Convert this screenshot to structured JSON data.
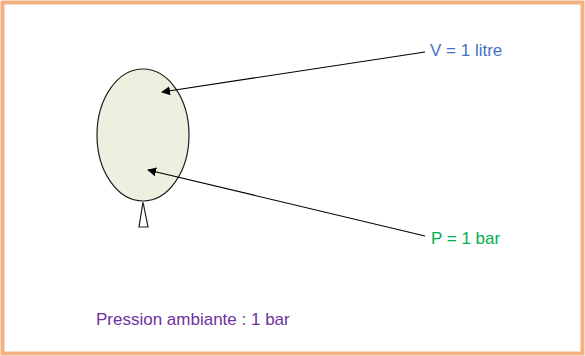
{
  "diagram": {
    "labels": [
      "V = 1 litre",
      "P = 1 bar",
      "Pression ambiante : 1 bar"
    ]
  }
}
